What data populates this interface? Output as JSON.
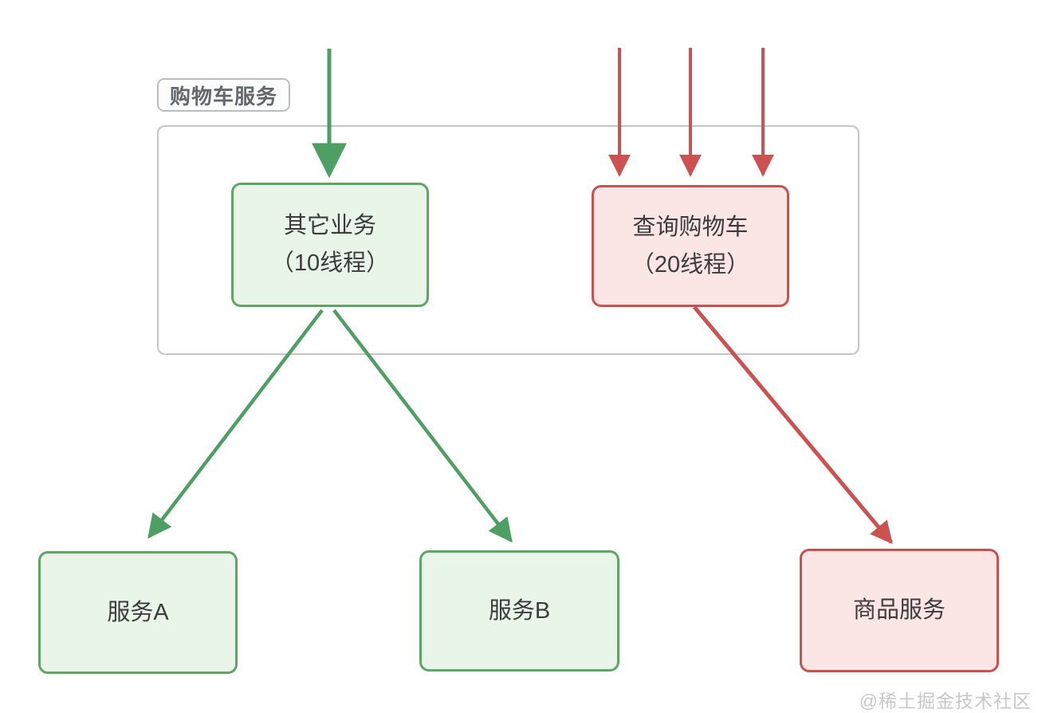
{
  "diagram": {
    "group_label": "购物车服务",
    "nodes": {
      "other_business": {
        "line1": "其它业务",
        "line2": "（10线程）"
      },
      "query_cart": {
        "line1": "查询购物车",
        "line2": "（20线程）"
      },
      "service_a": {
        "label": "服务A"
      },
      "service_b": {
        "label": "服务B"
      },
      "goods_service": {
        "label": "商品服务"
      }
    },
    "colors": {
      "green_border": "#60a566",
      "green_fill": "#e9f5e9",
      "green_arrow": "#4e9f63",
      "red_border": "#c9514f",
      "red_fill": "#fbe6e5",
      "red_arrow": "#cb5250",
      "group_border": "#c3c5c6",
      "label_text": "#61686e",
      "node_text": "#3c3c3c",
      "watermark_text": "#c8c8c8"
    },
    "watermark": "@稀土掘金技术社区"
  }
}
